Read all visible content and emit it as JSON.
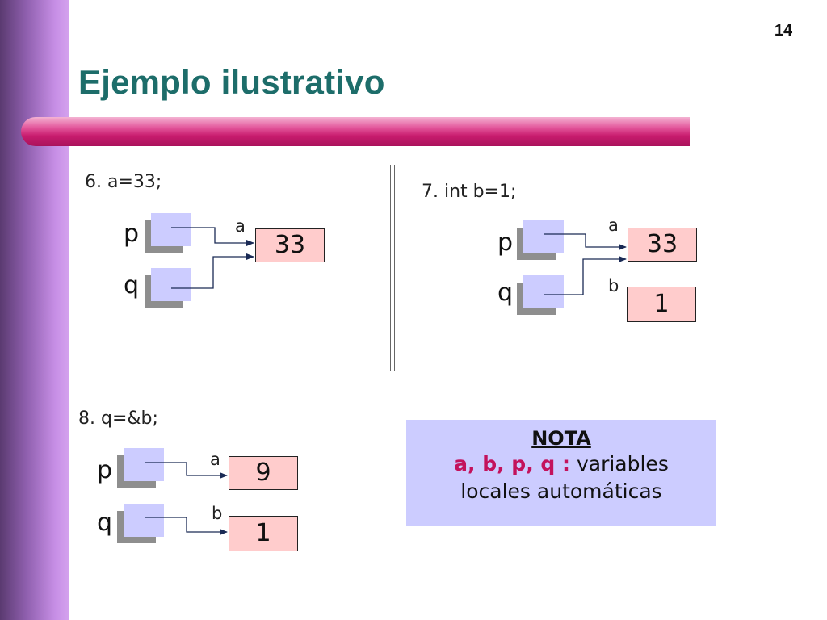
{
  "slide": {
    "number": "14",
    "title": "Ejemplo ilustrativo"
  },
  "panel6": {
    "statement": "6. a=33;",
    "p_label": "p",
    "q_label": "q",
    "a_label": "a",
    "a_value": "33"
  },
  "panel7": {
    "statement": "7. int b=1;",
    "p_label": "p",
    "q_label": "q",
    "a_label": "a",
    "a_value": "33",
    "b_label": "b",
    "b_value": "1"
  },
  "panel8": {
    "statement": "8. q=&b;",
    "p_label": "p",
    "q_label": "q",
    "a_label": "a",
    "a_value": "9",
    "b_label": "b",
    "b_value": "1"
  },
  "nota": {
    "title": "NOTA",
    "vars": "a, b, p, q :",
    "text1": " variables",
    "text2": "locales automáticas"
  },
  "colors": {
    "title": "#1d6d6a",
    "pointer_box": "#ccccff",
    "value_box": "#ffcccc",
    "accent_bar": "#c81c6e",
    "nota_vars": "#c3125c"
  }
}
